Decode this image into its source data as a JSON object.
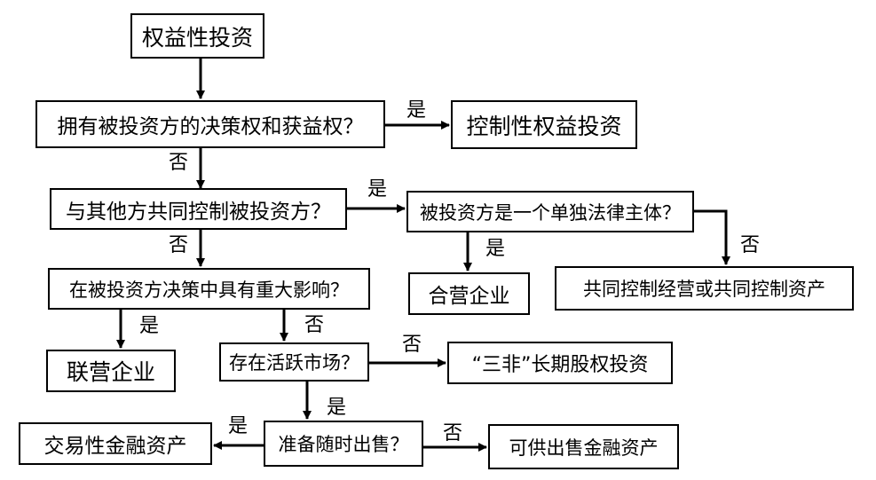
{
  "nodes": {
    "equity_investment": "权益性投资",
    "q_control": "拥有被投资方的决策权和获益权？",
    "control_investment": "控制性权益投资",
    "q_joint_control": "与其他方共同控制被投资方？",
    "q_separate_entity": "被投资方是一个单独法律主体？",
    "q_significant_influence": "在被投资方决策中具有重大影响？",
    "joint_venture": "合营企业",
    "joint_operation": "共同控制经营或共同控制资产",
    "associate": "联营企业",
    "q_active_market": "存在活跃市场？",
    "three_non": "“三非”长期股权投资",
    "q_sell_soon": "准备随时出售？",
    "trading_asset": "交易性金融资产",
    "afs_asset": "可供出售金融资产"
  },
  "labels": {
    "yes": "是",
    "no": "否"
  }
}
